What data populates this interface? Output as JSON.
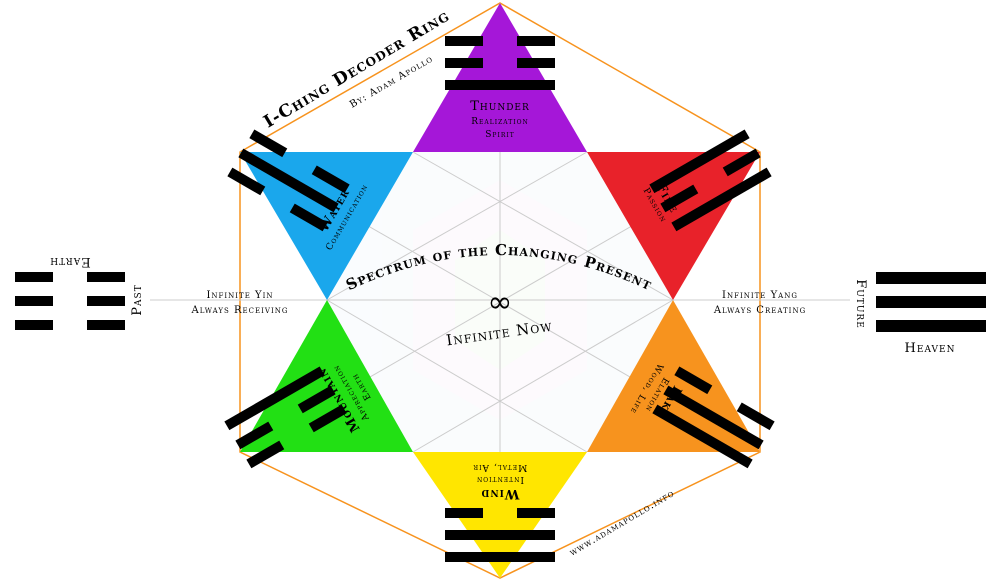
{
  "title": "I-Ching Decoder Ring",
  "byline": "By: Adam Apollo",
  "website": "www.adamapollo.info",
  "center": {
    "spectrum": "Spectrum of the Changing Present",
    "infinity_symbol": "∞",
    "infinite_now": "Infinite Now"
  },
  "axis": {
    "past_label": "Past",
    "future_label": "Future",
    "yin_title": "Infinite Yin",
    "yin_sub": "Always Receiving",
    "yang_title": "Infinite Yang",
    "yang_sub": "Always Creating"
  },
  "outer": {
    "earth_label": "Earth",
    "heaven_label": "Heaven"
  },
  "trigrams": {
    "thunder": {
      "name": "Thunder",
      "line1": "Realization",
      "line2": "Spirit",
      "color": "#a517d8"
    },
    "fire": {
      "name": "Fire",
      "line1": "Passion",
      "line2": "",
      "color": "#e8222a"
    },
    "lake": {
      "name": "Lake",
      "line1": "Elation",
      "line2": "Wood, Life",
      "color": "#f7931e"
    },
    "wind": {
      "name": "Wind",
      "line1": "Intention",
      "line2": "Metal, Air",
      "color": "#ffe600"
    },
    "mountain": {
      "name": "Mountain",
      "line1": "Appreciation",
      "line2": "Earth",
      "color": "#22e014"
    },
    "water": {
      "name": "Water",
      "line1": "Communication",
      "line2": "",
      "color": "#1aa7ec"
    }
  },
  "colors": {
    "hexagon_outline": "#f7931e",
    "line_black": "#000000"
  }
}
